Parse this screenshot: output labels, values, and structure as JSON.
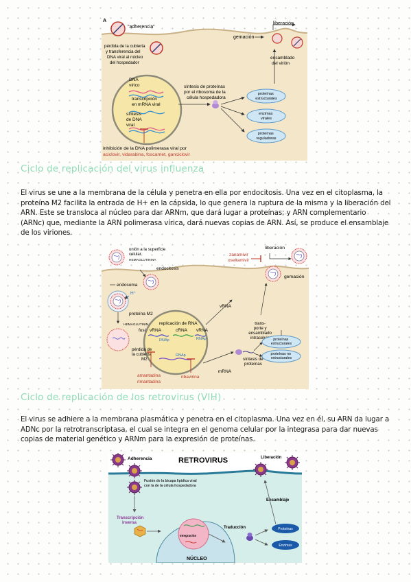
{
  "fig1": {
    "marker": "A",
    "adherencia": "\"adherencia\"",
    "gemacion": "gemación",
    "liberacion": "liberación",
    "perdida_1": "pérdida de la cubierta",
    "perdida_2": "y transferencia del",
    "perdida_3": "DNA viral al núcleo",
    "perdida_4": "del hospedador",
    "ensamblado_1": "ensamblado",
    "ensamblado_2": "del virión",
    "dna_1": "DNA",
    "dna_2": "vírico",
    "transcripcion_1": "transcripción",
    "transcripcion_2": "en mRNA viral",
    "sintesis_dna_1": "síntesis",
    "sintesis_dna_2": "de DNA",
    "sintesis_dna_3": "viral",
    "sintesis_prot_1": "síntesis de proteínas",
    "sintesis_prot_2": "por el ribosoma de la",
    "sintesis_prot_3": "célula hospedadora",
    "box_estructurales_1": "proteínas",
    "box_estructurales_2": "estructurales",
    "box_enzimas_1": "enzimas",
    "box_enzimas_2": "virales",
    "box_reguladoras_1": "proteínas",
    "box_reguladoras_2": "reguladoras",
    "inhibicion": "inhibición de la DNA polimerasa viral por",
    "drugs": "aciclovir, vidarabina, foscarnet, ganciclovir"
  },
  "section1": {
    "heading": "Ciclo de replicación del virus influenza",
    "paragraph": "El virus se une a la membrana de la célula y penetra en ella por endocitosis. Una vez en el citoplasma, la proteína M2 facilita la entrada de H+ en la cápsida, lo que genera la ruptura  de la misma y la liberación del ARN. Este se transloca al núcleo para dar ARNm, que dará lugar a proteínas; y ARN complementario (ARNc) que, mediante la ARN polimerasa vírica, dará nuevas copias de ARN. Así, se produce el ensamblaje de los viriones."
  },
  "fig2": {
    "union_1": "unión a la superficie",
    "union_2": "celular",
    "hemaglutinina_1": "HEMAGLUTININA",
    "endocitosis": "endocitosis",
    "zanamivir": "zanamivir",
    "oseltamivir": "oseltamivir",
    "liberacion": "liberación",
    "gemacion": "gemación",
    "endosoma": "endosoma",
    "h_plus": "H⁺",
    "proteina_m2": "proteína M2",
    "vrna_top": "vRNA",
    "trans_1": "trans-",
    "trans_2": "porte y",
    "trans_3": "ensamblado",
    "trans_4": "intracelular",
    "hemaglutinina_2": "HEMAGLUTININA",
    "fusion": "fusión",
    "replicacion": "replicación de RNA",
    "vrna_left": "vRNA",
    "crna": "cRNA",
    "vrna_right": "vRNA",
    "rnap_1": "RNAp",
    "rnap_2": "RNAp",
    "rnap_3": "RNAp",
    "perdida_1": "pérdida de",
    "perdida_2": "la cubierta",
    "perdida_3": "M2",
    "mrna": "mRNA",
    "sintesis_1": "síntesis de",
    "sintesis_2": "proteínas",
    "box_est_1": "proteínas",
    "box_est_2": "estructurales",
    "box_noest_1": "proteínas no",
    "box_noest_2": "estructurales",
    "amantadina": "amantadina",
    "rimantadina": "rimantadina",
    "ribavirina": "ribavirina"
  },
  "section2": {
    "heading": "Ciclo de replicación de los retrovirus (VIH)",
    "paragraph": "El virus se adhiere a la membrana plasmática y penetra en el citoplasma. Una vez en él, su ARN da lugar a ADNc por la retrotranscriptasa, el cual se integra en el genoma celular por la integrasa para dar nuevas copias de material genético y ARNm para la expresión de proteínas."
  },
  "fig3": {
    "adherencia": "Adherencia",
    "title": "RETROVIRUS",
    "liberacion": "Liberación",
    "fusion_1": "Fusión de la bicapa lipídica viral",
    "fusion_2": "con la de la célula hospedadora",
    "ensamblaje": "Ensamblaje",
    "transcripcion_1": "Transcripción",
    "transcripcion_2": "inversa",
    "integracion": "Integración",
    "traduccion": "Traducción",
    "proteinas": "Proteínas",
    "enzimas": "Enzimas",
    "nucleo": "NÚCLEO"
  }
}
